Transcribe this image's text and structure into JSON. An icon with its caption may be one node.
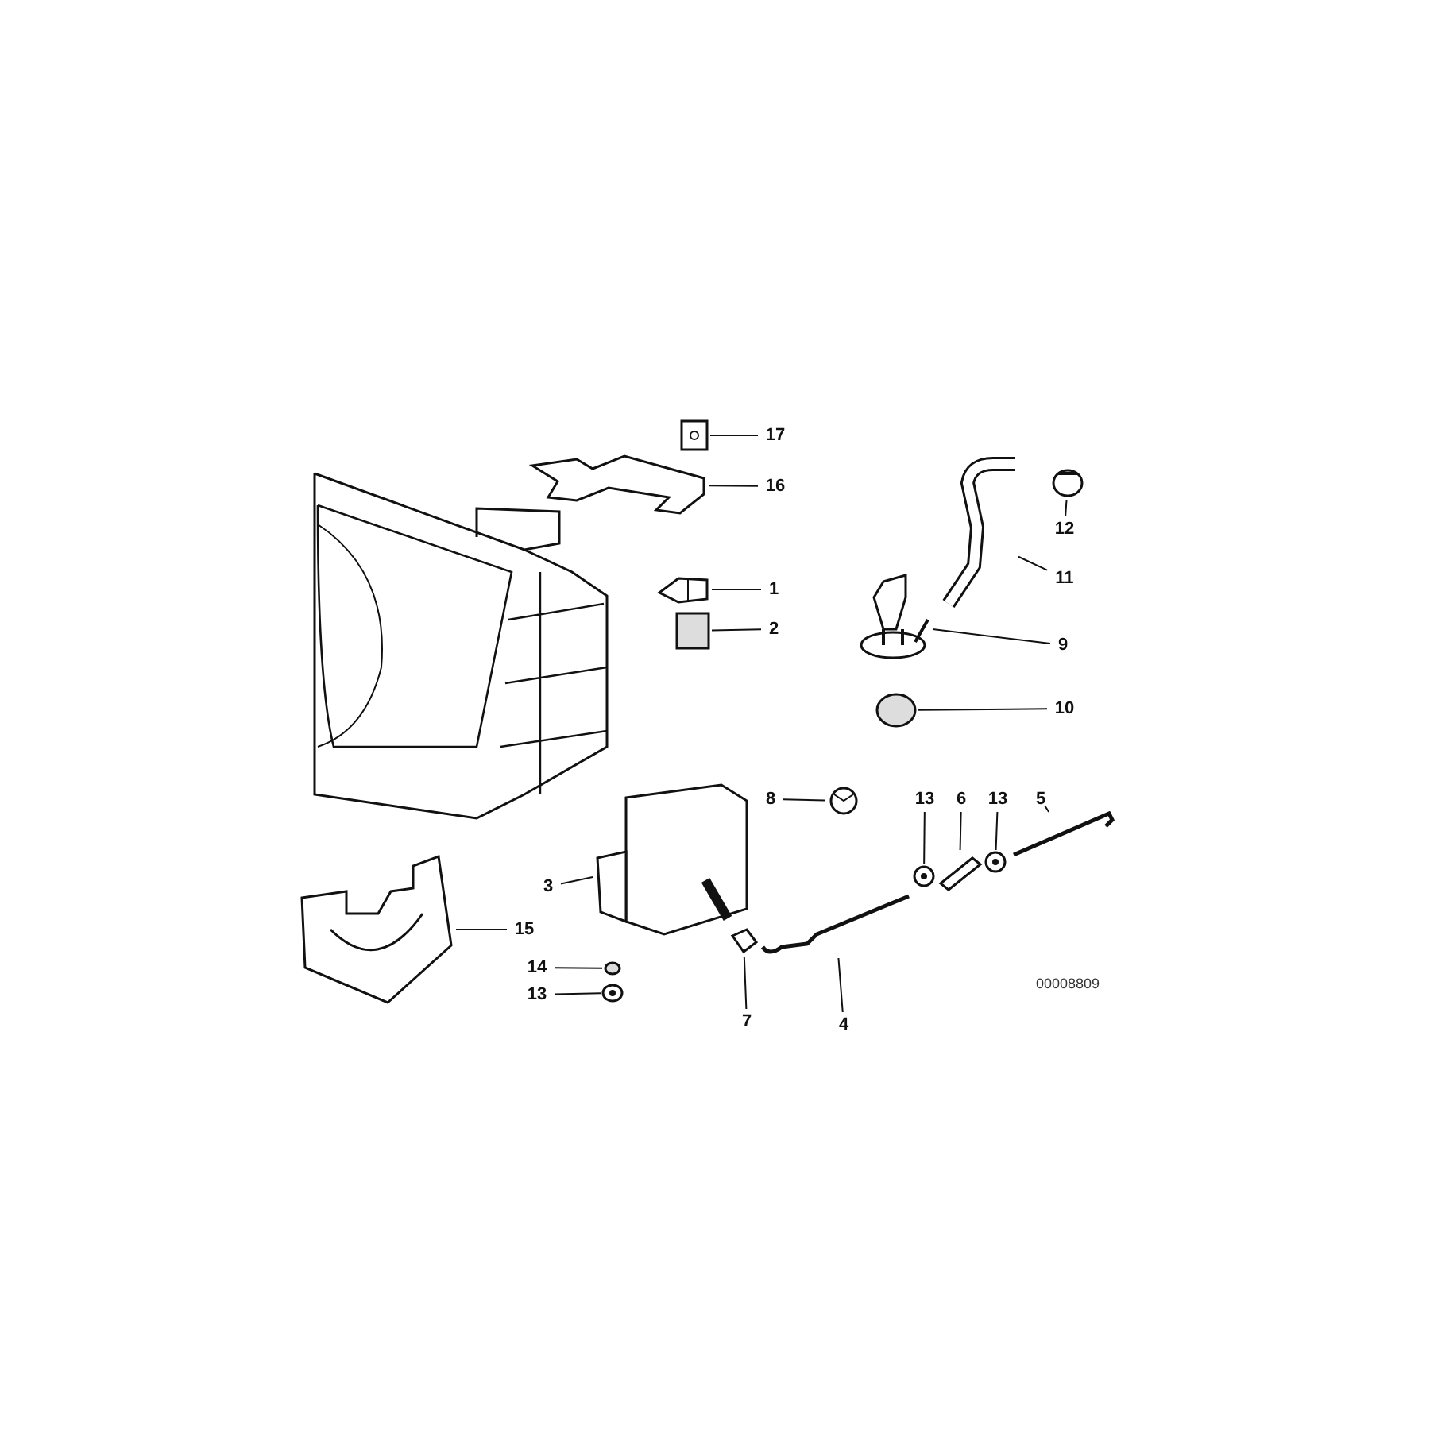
{
  "diagram": {
    "nodes": [
      {
        "text": [
          "17"
        ]
      },
      {
        "text": [],
        "shape": "picture"
      },
      {
        "text": [
          "16"
        ]
      },
      {
        "text": [],
        "shape": "picture"
      },
      {
        "text": [
          "12"
        ]
      },
      {
        "text": [],
        "shape": "picture"
      },
      {
        "text": [
          "1"
        ]
      },
      {
        "text": [],
        "shape": "picture"
      },
      {
        "text": [
          "11"
        ]
      },
      {
        "text": [],
        "shape": "picture"
      },
      {
        "text": [
          "2"
        ]
      },
      {
        "text": [],
        "shape": "box"
      },
      {
        "text": [
          "9"
        ]
      },
      {
        "text": [],
        "shape": "picture"
      },
      {
        "text": [
          "10"
        ]
      },
      {
        "text": [],
        "shape": "circle"
      },
      {
        "text": [
          "8"
        ]
      },
      {
        "text": [],
        "shape": "picture"
      },
      {
        "text": [
          "13"
        ]
      },
      {
        "text": [],
        "shape": "picture"
      },
      {
        "text": [
          "6"
        ]
      },
      {
        "text": [],
        "shape": "picture"
      },
      {
        "text": [
          "13"
        ]
      },
      {
        "text": [],
        "shape": "picture"
      },
      {
        "text": [
          "5"
        ]
      },
      {
        "text": [],
        "shape": "picture"
      },
      {
        "text": [
          "3"
        ]
      },
      {
        "text": [],
        "shape": "picture"
      },
      {
        "text": [
          "15"
        ]
      },
      {
        "text": [],
        "shape": "picture"
      },
      {
        "text": [
          "14"
        ]
      },
      {
        "text": [],
        "shape": "circle"
      },
      {
        "text": [
          "13"
        ]
      },
      {
        "text": [],
        "shape": "picture"
      },
      {
        "text": [
          "7"
        ]
      },
      {
        "text": [],
        "shape": "picture"
      },
      {
        "text": [
          "4"
        ]
      },
      {
        "text": [],
        "shape": "picture"
      }
    ],
    "edges": [
      {
        "from": 0,
        "to": 1,
        "arrow": "none"
      },
      {
        "from": 2,
        "to": 3,
        "arrow": "none"
      },
      {
        "from": 4,
        "to": 5,
        "arrow": "none"
      },
      {
        "from": 6,
        "to": 7,
        "arrow": "none"
      },
      {
        "from": 8,
        "to": 9,
        "arrow": "none"
      },
      {
        "from": 10,
        "to": 11,
        "arrow": "none"
      },
      {
        "from": 12,
        "to": 13,
        "arrow": "none"
      },
      {
        "from": 14,
        "to": 15,
        "arrow": "none"
      },
      {
        "from": 16,
        "to": 17,
        "arrow": "none"
      },
      {
        "from": 18,
        "to": 19,
        "arrow": "none"
      },
      {
        "from": 20,
        "to": 21,
        "arrow": "none"
      },
      {
        "from": 22,
        "to": 23,
        "arrow": "none"
      },
      {
        "from": 24,
        "to": 25,
        "arrow": "none"
      },
      {
        "from": 26,
        "to": 27,
        "arrow": "none"
      },
      {
        "from": 28,
        "to": 29,
        "arrow": "none"
      },
      {
        "from": 30,
        "to": 31,
        "arrow": "none"
      },
      {
        "from": 32,
        "to": 33,
        "arrow": "none"
      },
      {
        "from": 34,
        "to": 35,
        "arrow": "none"
      },
      {
        "from": 36,
        "to": 37,
        "arrow": "none"
      }
    ],
    "labels": [
      "00008809"
    ]
  }
}
